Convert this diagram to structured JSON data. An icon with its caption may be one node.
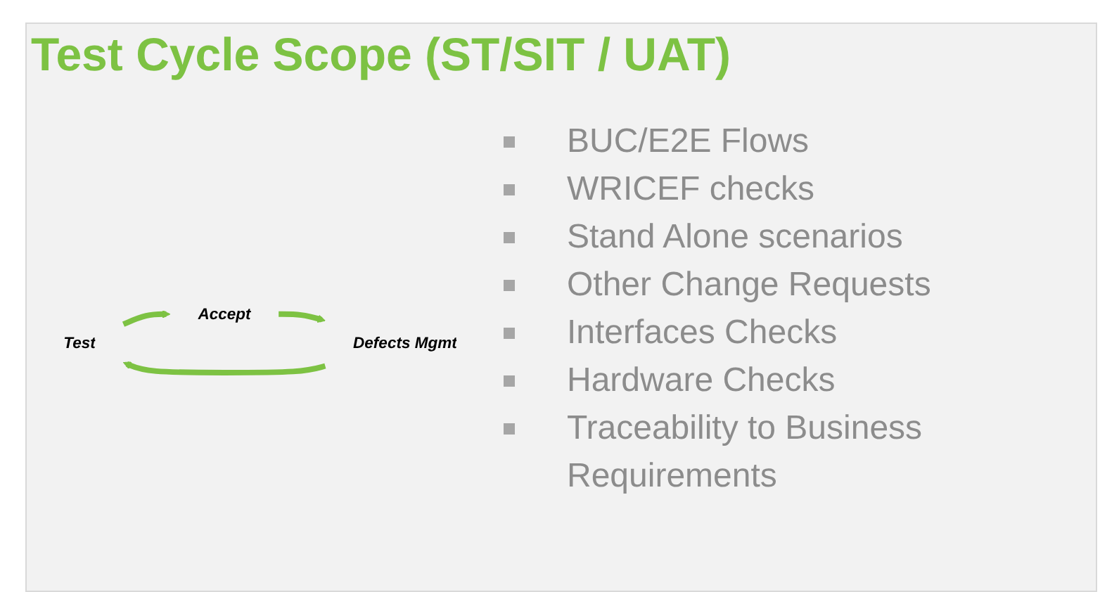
{
  "diagram": {
    "title": "Test Cycle Scope (ST/SIT / UAT)",
    "nodes": [
      {
        "text": [
          "Test"
        ]
      },
      {
        "text": [
          "Accept"
        ]
      },
      {
        "text": [
          "Defects Mgmt"
        ]
      }
    ],
    "edges": [
      {
        "from": 0,
        "to": 1,
        "arrow": "to"
      },
      {
        "from": 1,
        "to": 2,
        "arrow": "to"
      },
      {
        "from": 2,
        "to": 0,
        "arrow": "to"
      }
    ],
    "labels": [
      "BUC/E2E Flows",
      "WRICEF checks",
      "Stand Alone scenarios",
      "Other Change Requests",
      "Interfaces Checks",
      "Hardware Checks",
      "Traceability to Business Requirements"
    ]
  }
}
